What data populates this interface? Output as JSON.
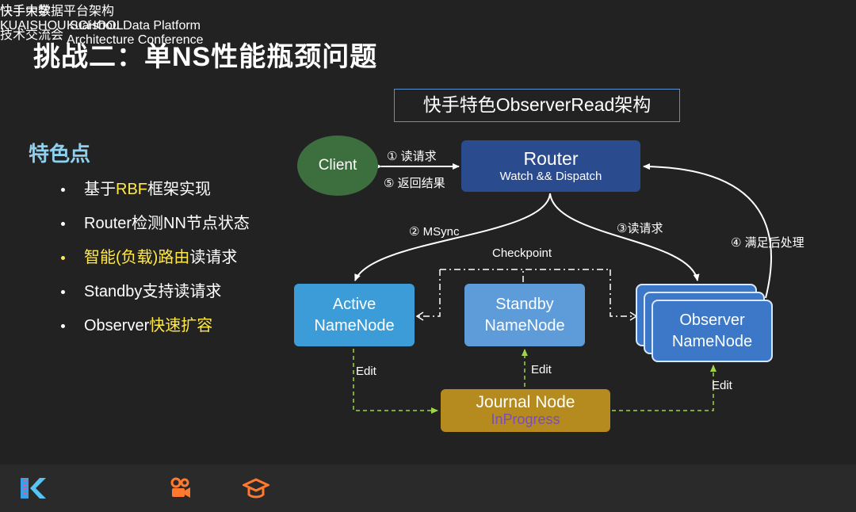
{
  "title": "挑战二：单NS性能瓶颈问题",
  "diagram_title": "快手特色ObserverRead架构",
  "features": {
    "heading": "特色点",
    "items": [
      {
        "parts": [
          {
            "text": "基于"
          },
          {
            "text": "RBF",
            "yellow": true
          },
          {
            "text": "框架实现"
          }
        ]
      },
      {
        "parts": [
          {
            "text": "Router检测NN节点状态"
          }
        ]
      },
      {
        "parts": [
          {
            "text": "智能(负载)路由",
            "yellow": true
          },
          {
            "text": "读请求"
          }
        ],
        "yellow_bullet": true
      },
      {
        "parts": [
          {
            "text": "Standby支持读请求"
          }
        ]
      },
      {
        "parts": [
          {
            "text": "Observer"
          },
          {
            "text": "快速扩容",
            "yellow": true
          }
        ]
      }
    ]
  },
  "nodes": {
    "client": "Client",
    "router": {
      "main": "Router",
      "sub": "Watch && Dispatch"
    },
    "active": {
      "line1": "Active",
      "line2": "NameNode"
    },
    "standby": {
      "line1": "Standby",
      "line2": "NameNode"
    },
    "observer": {
      "line1": "Observer",
      "line2": "NameNode"
    },
    "journal": {
      "main": "Journal Node",
      "sub": "InProgress"
    }
  },
  "edges": {
    "read_request": "① 读请求",
    "return_result": "⑤ 返回结果",
    "msync": "② MSync",
    "read_request_3": "③读请求",
    "post_process": "④ 满足后处理",
    "checkpoint": "Checkpoint",
    "edit_active": "Edit",
    "edit_standby": "Edit",
    "edit_observer": "Edit"
  },
  "footer": {
    "brand1_line1": "快手大数据平台架构",
    "brand1_line2": "技术交流会",
    "brand1_small1": "Kuaishou Data Platform",
    "brand1_small2": "Architecture Conference",
    "brand2": "快手",
    "brand3": "快手中学",
    "brand3_small": "KUAISHOU SCHOOL"
  },
  "colors": {
    "background": "#222222",
    "accent_yellow": "#ffe94a",
    "heading_blue": "#8fd0ef",
    "router": "#2b4b8f",
    "client": "#3d6e3e",
    "journal": "#b58a1e",
    "edit_arrow": "#9fd34a"
  }
}
